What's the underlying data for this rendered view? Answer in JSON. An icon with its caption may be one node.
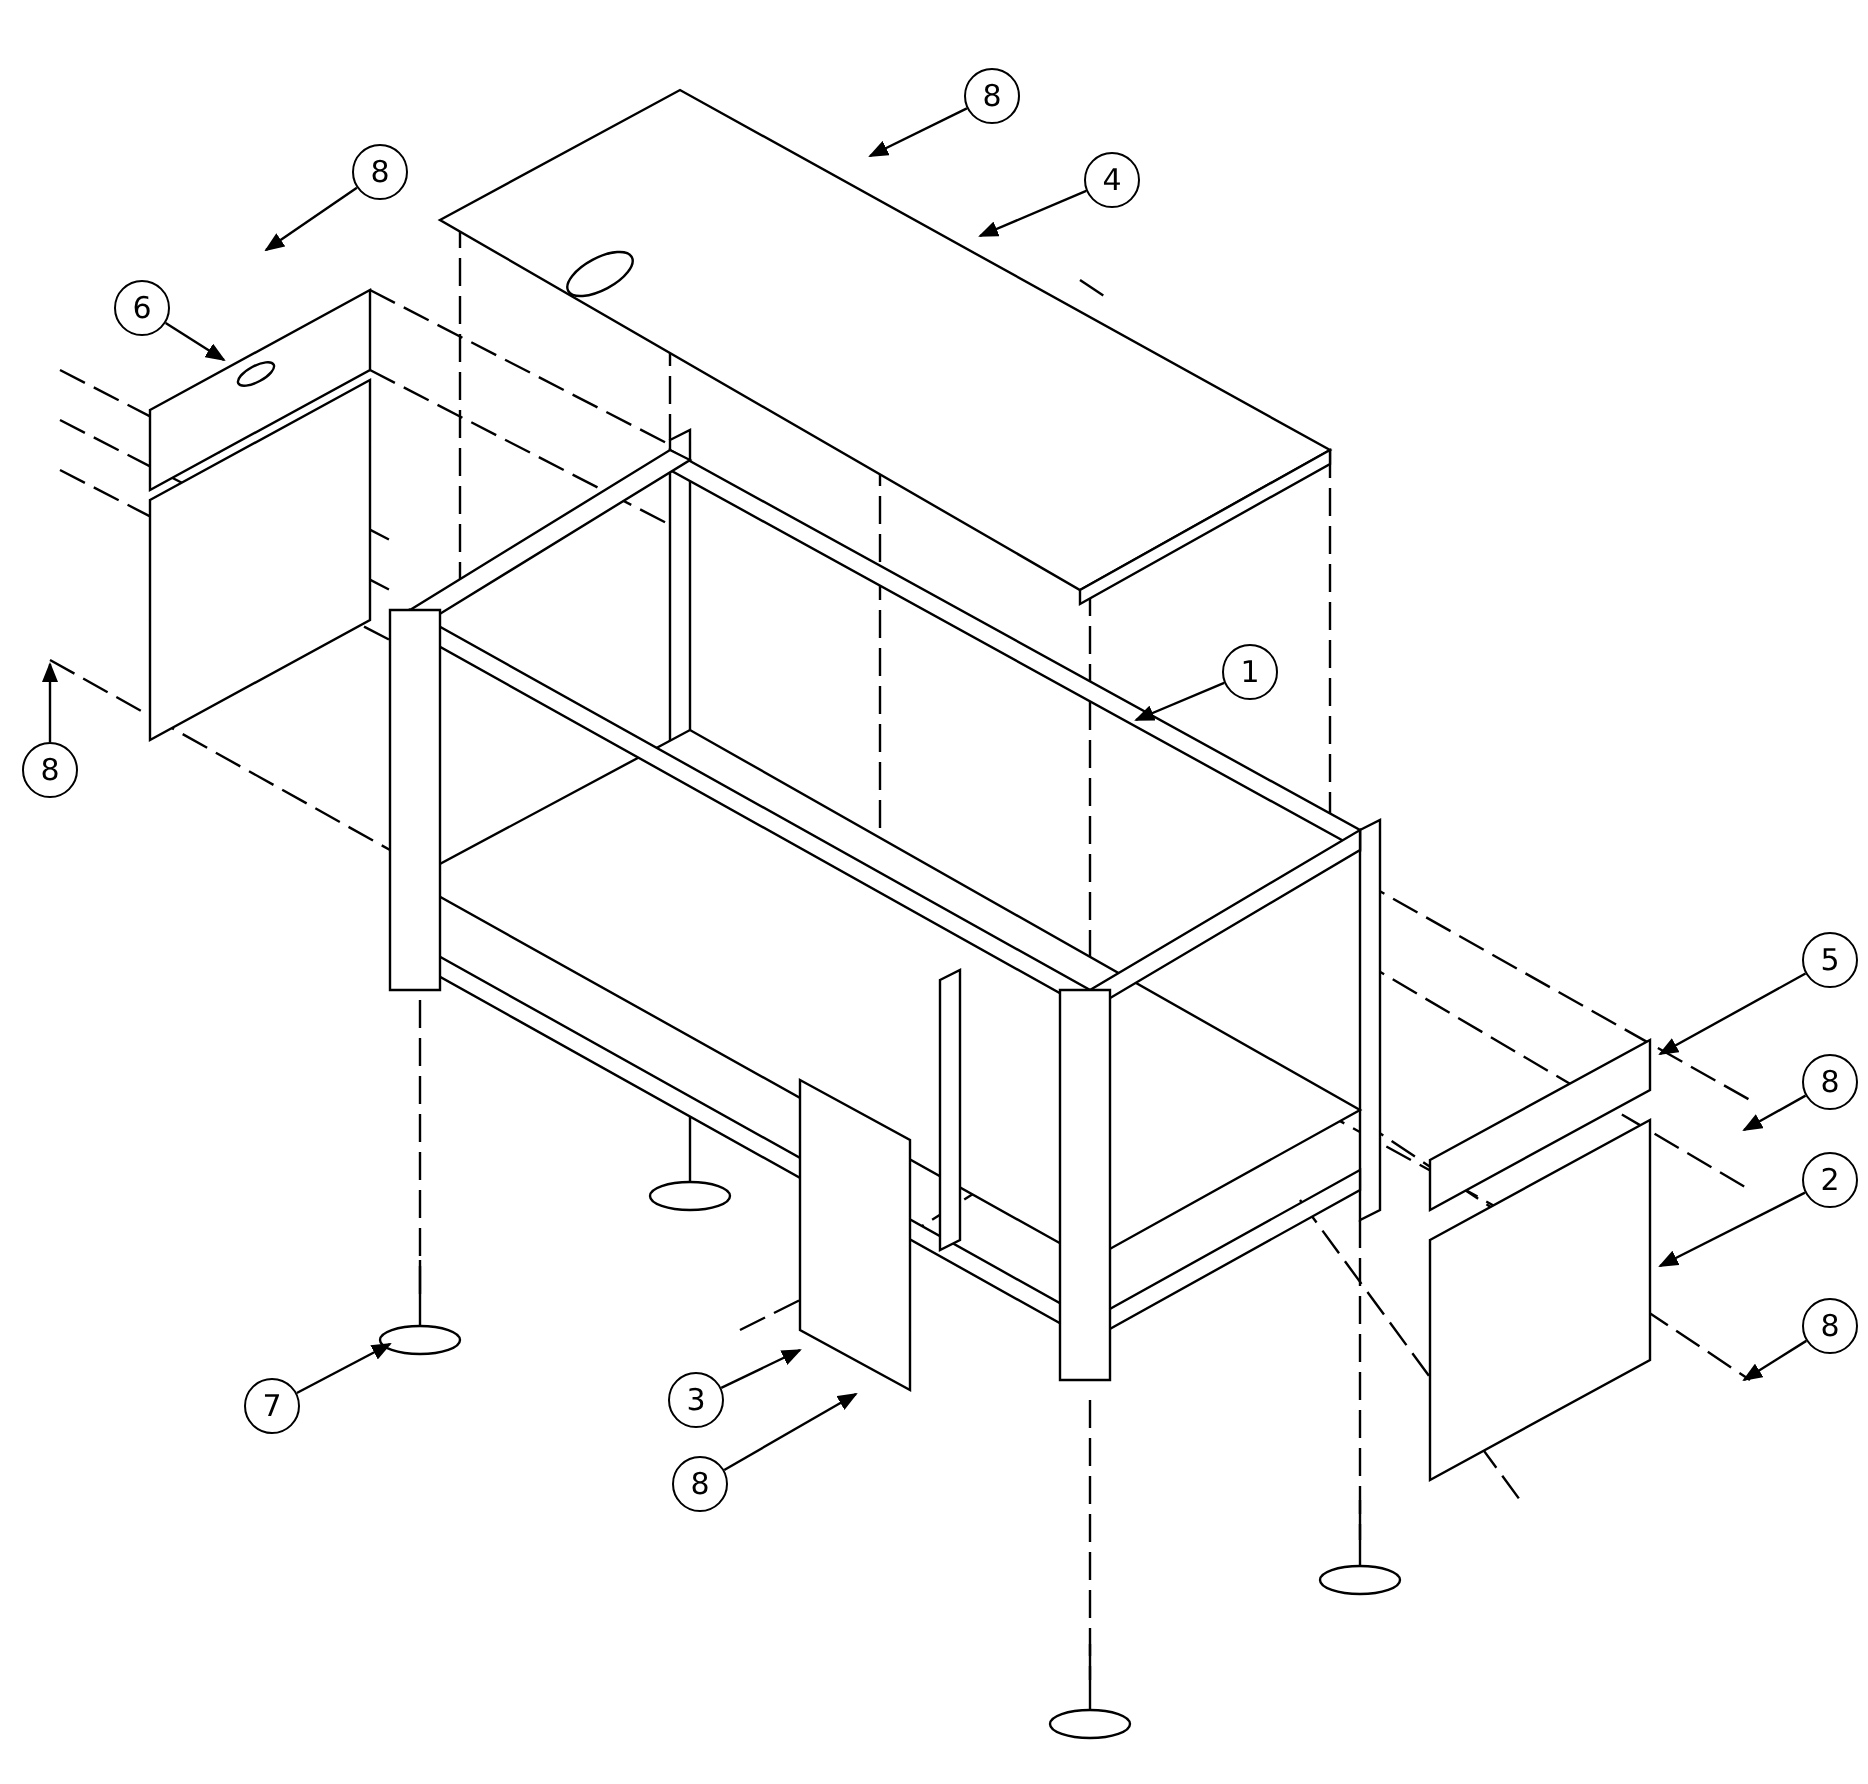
{
  "diagram": {
    "nodes": [
      {
        "text": [
          "8"
        ]
      },
      {
        "text": [
          "8"
        ]
      },
      {
        "text": [
          "4"
        ]
      },
      {
        "text": [
          "6"
        ]
      },
      {
        "text": [
          "1"
        ]
      },
      {
        "text": [
          "8"
        ]
      },
      {
        "text": [
          "5"
        ]
      },
      {
        "text": [
          "8"
        ]
      },
      {
        "text": [
          "2"
        ]
      },
      {
        "text": [
          "8"
        ]
      },
      {
        "text": [
          "3"
        ]
      },
      {
        "text": [
          "7"
        ]
      },
      {
        "text": [
          "8"
        ]
      }
    ],
    "edges": [
      {
        "from": 0,
        "to": null,
        "arrow": "to"
      },
      {
        "from": 1,
        "to": null,
        "arrow": "to"
      },
      {
        "from": 2,
        "to": null,
        "arrow": "to"
      },
      {
        "from": 3,
        "to": null,
        "arrow": "to"
      },
      {
        "from": 4,
        "to": null,
        "arrow": "to"
      },
      {
        "from": 5,
        "to": null,
        "arrow": "to"
      },
      {
        "from": 6,
        "to": null,
        "arrow": "to"
      },
      {
        "from": 7,
        "to": null,
        "arrow": "to"
      },
      {
        "from": 8,
        "to": null,
        "arrow": "to"
      },
      {
        "from": 9,
        "to": null,
        "arrow": "to"
      },
      {
        "from": 10,
        "to": null,
        "arrow": "to"
      },
      {
        "from": 11,
        "to": null,
        "arrow": "to"
      },
      {
        "from": 12,
        "to": null,
        "arrow": "to"
      }
    ]
  }
}
